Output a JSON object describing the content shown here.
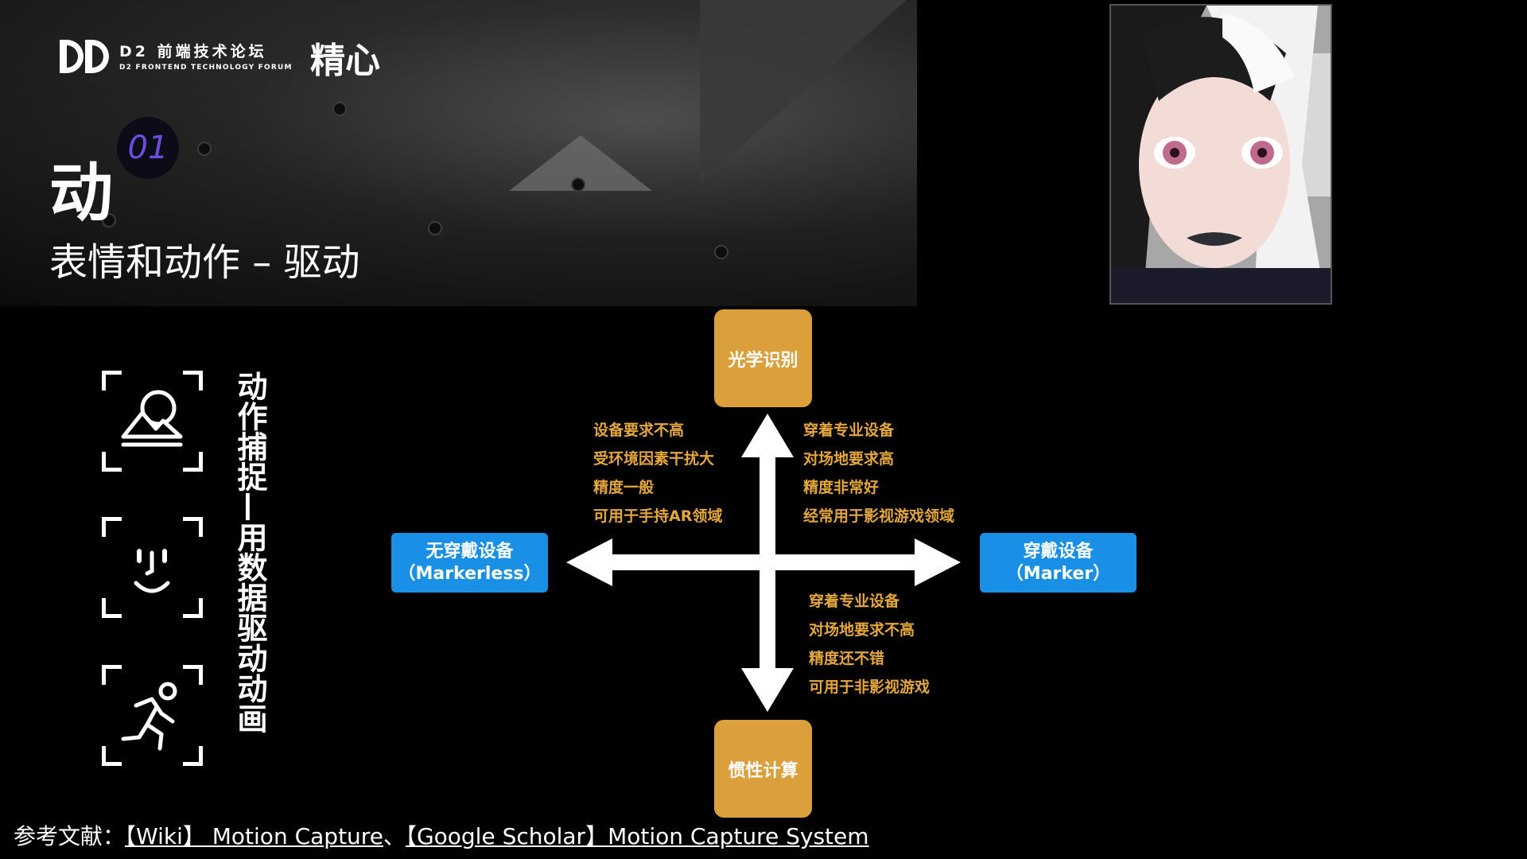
{
  "header": {
    "logo_line1": "D2 前端技术论坛",
    "logo_line2": "D2 FRONTEND TECHNOLOGY FORUM",
    "logo_slogan": "精心",
    "section_number": "01",
    "section_title": "动",
    "page_subtitle": "表情和动作 – 驱动"
  },
  "sidebar": {
    "vertical_title": "动作捕捉—用数据驱动动画",
    "icons": [
      "landscape-scan-icon",
      "face-scan-icon",
      "running-person-icon"
    ]
  },
  "diagram": {
    "top_node": "光学识别",
    "bottom_node": "惯性计算",
    "left_node": {
      "line1": "无穿戴设备",
      "line2": "（Markerless）"
    },
    "right_node": {
      "line1": "穿戴设备",
      "line2": "（Marker）"
    },
    "top_left_features": [
      "设备要求不高",
      "受环境因素干扰大",
      "精度一般",
      "可用于手持AR领域"
    ],
    "top_right_features": [
      "穿着专业设备",
      "对场地要求高",
      "精度非常好",
      "经常用于影视游戏领域"
    ],
    "bottom_right_features": [
      "穿着专业设备",
      "对场地要求不高",
      "精度还不错",
      "可用于非影视游戏"
    ],
    "colors": {
      "gold": "#dba03c",
      "blue": "#1a8fe6",
      "text_gold": "#e4a73d"
    }
  },
  "references": {
    "label": "参考文献：",
    "link1": "【Wiki】 Motion Capture",
    "separator": "、",
    "link2": "【Google Scholar】Motion Capture System"
  }
}
